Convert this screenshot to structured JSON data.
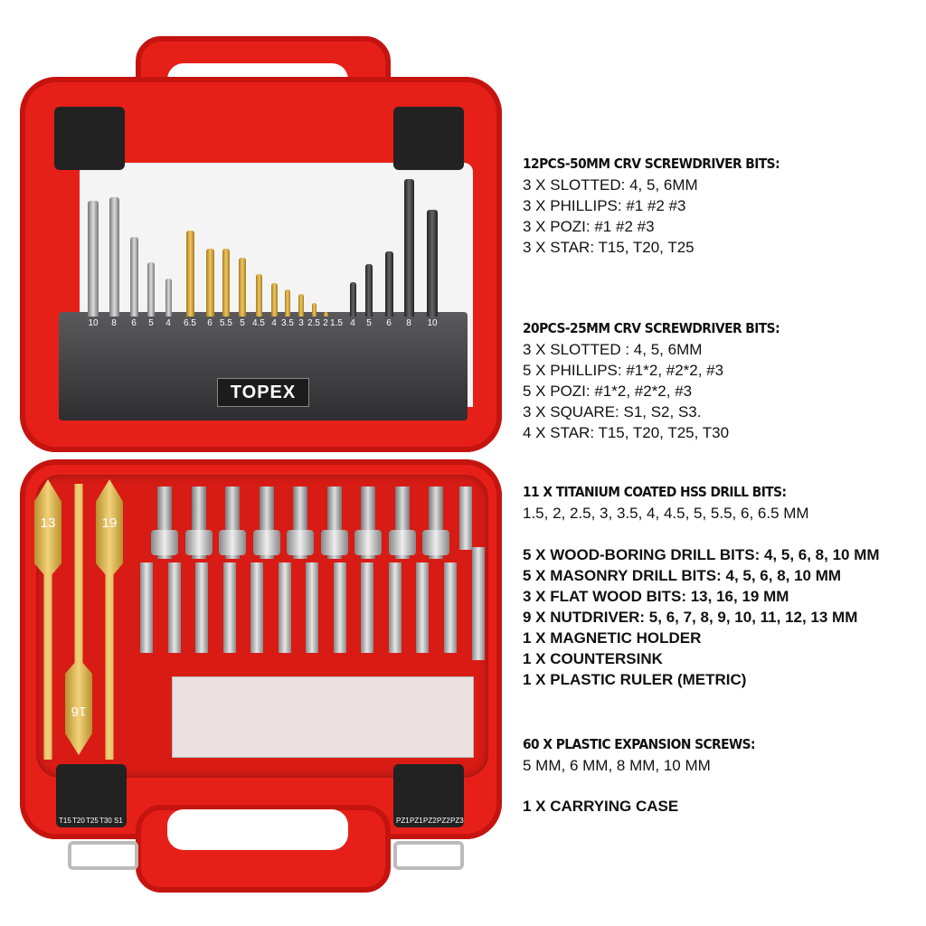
{
  "product": {
    "brand_logo": "TOPEX",
    "case_color": "#e62019",
    "masonry_labels": [
      "10",
      "8",
      "6",
      "5",
      "4"
    ],
    "titanium_labels": [
      "6.5",
      "6",
      "5.5",
      "5",
      "4.5",
      "4",
      "3.5",
      "3",
      "2.5",
      "2",
      "1.5"
    ],
    "wood_labels": [
      "4",
      "5",
      "6",
      "8",
      "10"
    ],
    "spade_labels": [
      "13",
      "19",
      "16"
    ],
    "clip_bottom_left": [
      "T15",
      "T20",
      "T25",
      "T30",
      "S1"
    ],
    "clip_bottom_right": [
      "PZ1",
      "PZ1",
      "PZ2",
      "PZ2",
      "PZ3"
    ]
  },
  "specs": {
    "block1": {
      "heading": "12PCS-50MM CRV SCREWDRIVER BITS:",
      "lines": [
        "3 X SLOTTED: 4, 5, 6MM",
        "3 X PHILLIPS: #1 #2 #3",
        "3 X POZI: #1 #2 #3",
        "3 X STAR: T15, T20, T25"
      ]
    },
    "block2": {
      "heading": "20PCS-25MM CRV SCREWDRIVER BITS:",
      "lines": [
        "3 X SLOTTED : 4, 5, 6MM",
        "5 X PHILLIPS: #1*2, #2*2, #3",
        "5 X POZI: #1*2, #2*2, #3",
        "3 X SQUARE: S1, S2, S3.",
        "4 X STAR: T15, T20, T25, T30"
      ]
    },
    "block3": {
      "heading": "11 X TITANIUM COATED HSS DRILL BITS:",
      "lines": [
        "1.5, 2, 2.5, 3, 3.5, 4, 4.5, 5, 5.5, 6, 6.5 MM"
      ]
    },
    "block4": {
      "lines": [
        "5 X WOOD-BORING DRILL BITS: 4, 5, 6, 8, 10 MM",
        "5 X MASONRY DRILL BITS: 4, 5, 6, 8, 10 MM",
        "3 X FLAT WOOD BITS: 13, 16, 19 MM",
        "9 X NUTDRIVER: 5, 6, 7, 8, 9, 10, 11, 12, 13 MM",
        "1 X MAGNETIC HOLDER",
        "1 X COUNTERSINK",
        "1 X PLASTIC RULER (METRIC)"
      ]
    },
    "block5": {
      "heading": "60 X PLASTIC EXPANSION SCREWS:",
      "lines": [
        "5 MM, 6 MM, 8 MM, 10 MM"
      ]
    },
    "block6": {
      "lines": [
        "1 X CARRYING CASE"
      ]
    }
  }
}
